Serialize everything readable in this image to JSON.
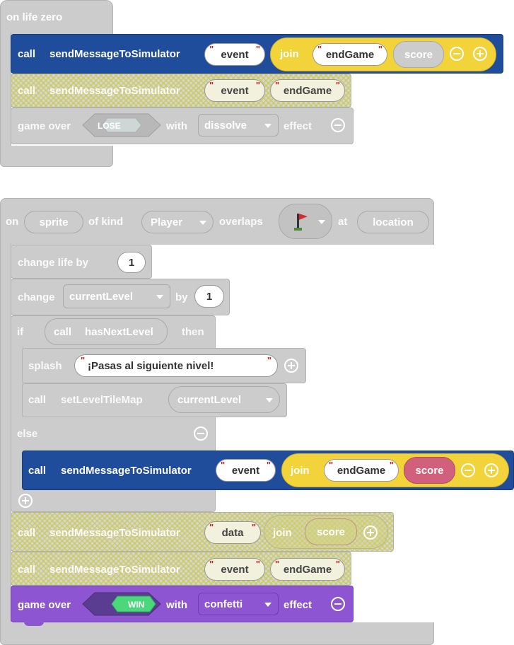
{
  "block1": {
    "hat_label": "on life zero",
    "call1": {
      "call": "call",
      "func": "sendMessageToSimulator",
      "arg": "event",
      "join": "join",
      "join_arg1": "endGame",
      "join_arg2": "score"
    },
    "call2": {
      "call": "call",
      "func": "sendMessageToSimulator",
      "arg1": "event",
      "arg2": "endGame"
    },
    "gameover": {
      "label": "game over",
      "result": "LOSE",
      "with": "with",
      "effect": "dissolve",
      "effect_label": "effect"
    }
  },
  "block2": {
    "on": "on",
    "sprite": "sprite",
    "of_kind": "of kind",
    "kind": "Player",
    "overlaps": "overlaps",
    "at": "at",
    "location": "location",
    "change_life": {
      "label": "change life by",
      "value": "1"
    },
    "change_level": {
      "label": "change",
      "var": "currentLevel",
      "by": "by",
      "value": "1"
    },
    "if_block": {
      "if": "if",
      "call": "call",
      "func": "hasNextLevel",
      "then": "then",
      "else": "else"
    },
    "splash": {
      "label": "splash",
      "text": "¡Pasas al siguiente nivel!"
    },
    "set_tilemap": {
      "call": "call",
      "func": "setLevelTileMap",
      "arg": "currentLevel"
    },
    "else_call": {
      "call": "call",
      "func": "sendMessageToSimulator",
      "arg": "event",
      "join": "join",
      "join_arg1": "endGame",
      "join_arg2": "score"
    },
    "data_call": {
      "call": "call",
      "func": "sendMessageToSimulator",
      "arg": "data",
      "join": "join",
      "join_arg": "score"
    },
    "event_call": {
      "call": "call",
      "func": "sendMessageToSimulator",
      "arg1": "event",
      "arg2": "endGame"
    },
    "gameover": {
      "label": "game over",
      "result": "WIN",
      "with": "with",
      "effect": "confetti",
      "effect_label": "effect"
    }
  },
  "colors": {
    "call_blue": "#1f4d9c",
    "join_yellow": "#f2d33a",
    "score_pink": "#d0607c",
    "game_purple": "#8e55d3",
    "win_green": "#4bd87a",
    "disabled_gray": "#cccccc"
  },
  "icons": [
    "red-flag-icon",
    "minus-circle-icon",
    "plus-circle-icon",
    "dropdown-caret-icon"
  ]
}
